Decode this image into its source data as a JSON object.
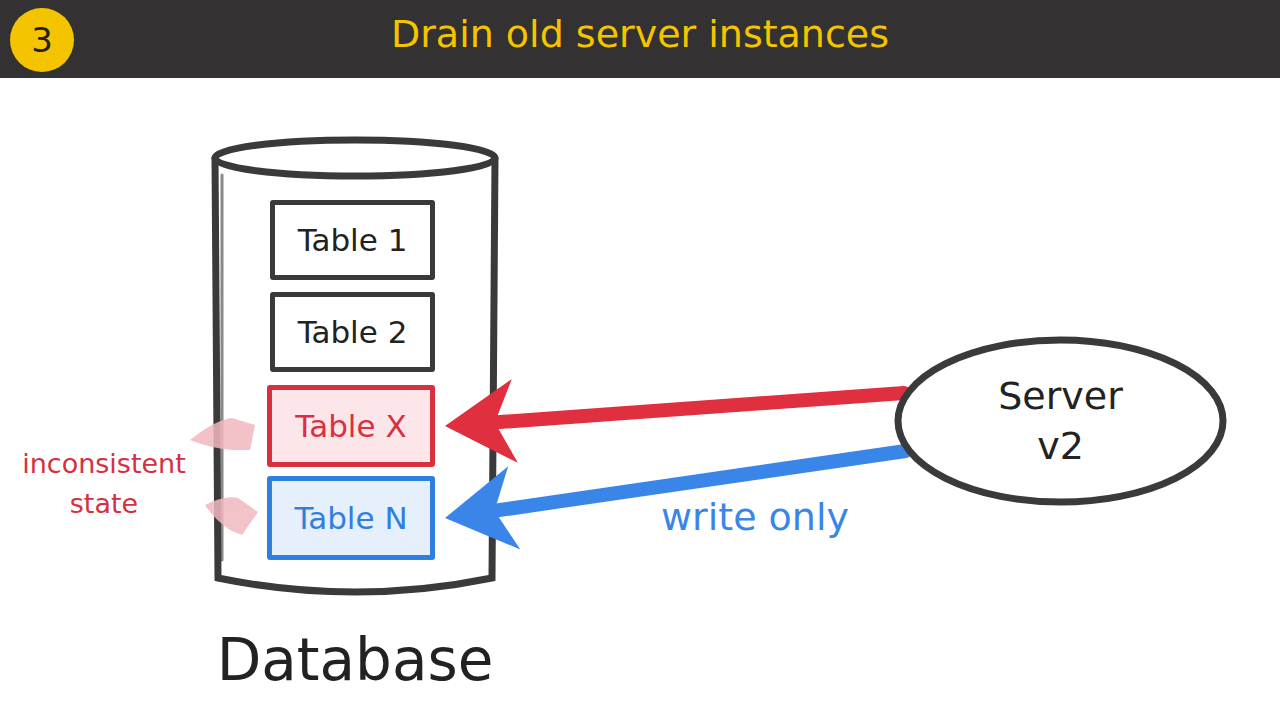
{
  "diagram": {
    "title": "Drain old server instances",
    "nodes": [
      {
        "text": [
          "Database"
        ]
      },
      {
        "text": [
          "Table 1"
        ],
        "in": 0
      },
      {
        "text": [
          "Table 2"
        ],
        "in": 0
      },
      {
        "text": [
          "Table X"
        ],
        "in": 0
      },
      {
        "text": [
          "Table N"
        ],
        "in": 0
      },
      {
        "text": [
          "Server v2"
        ]
      }
    ],
    "edges": [
      {
        "from": 5,
        "to": 3,
        "arrow": "to"
      },
      {
        "from": 5,
        "to": 4,
        "label": "write only",
        "arrow": "to"
      }
    ],
    "labels": [
      "3",
      "inconsistent state"
    ]
  }
}
